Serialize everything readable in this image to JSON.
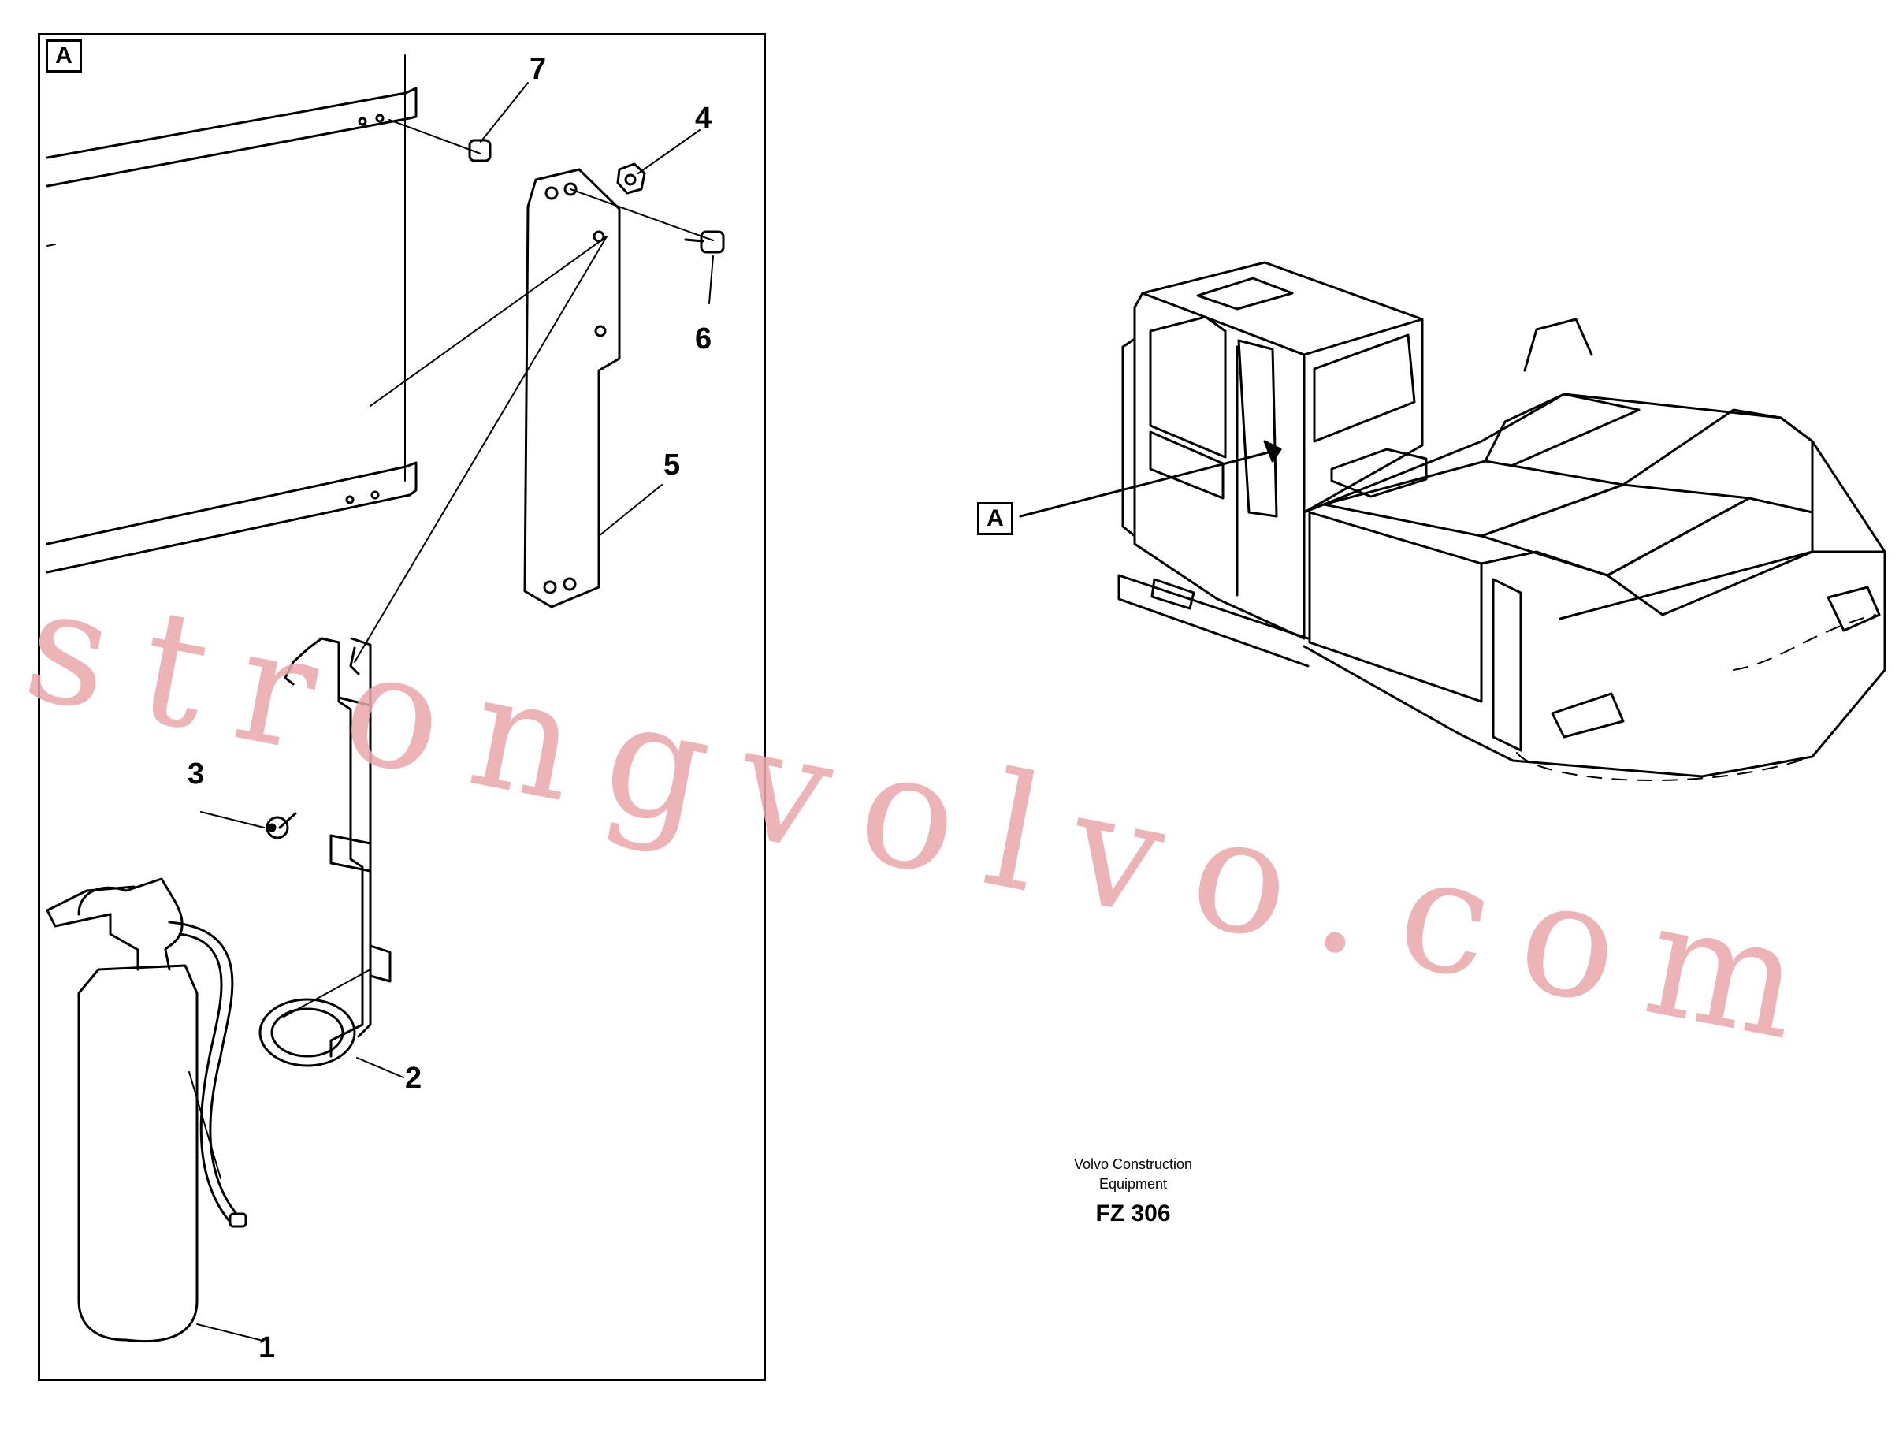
{
  "detail_view": {
    "tag": "A",
    "callouts": [
      "1",
      "2",
      "3",
      "4",
      "5",
      "6",
      "7"
    ]
  },
  "machine_view": {
    "tag": "A"
  },
  "caption": {
    "line1": "Volvo Construction",
    "line2": "Equipment",
    "code": "FZ 306"
  },
  "watermark": {
    "text": "strongvolvo.com",
    "color": "#e9a8ab"
  }
}
